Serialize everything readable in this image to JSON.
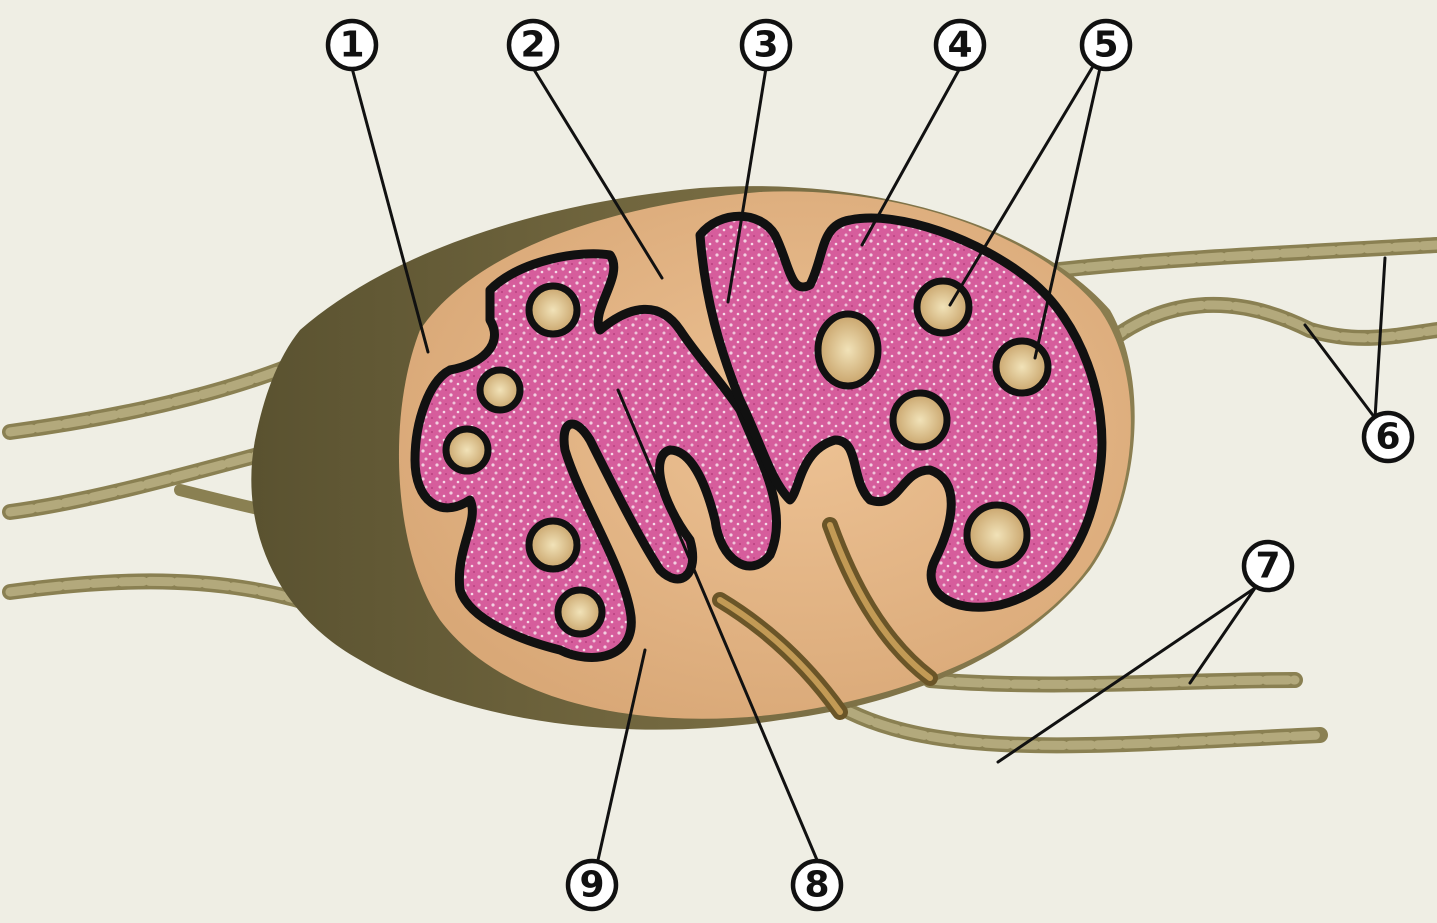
{
  "diagram": {
    "callouts": [
      {
        "id": "1",
        "label": "1"
      },
      {
        "id": "2",
        "label": "2"
      },
      {
        "id": "3",
        "label": "3"
      },
      {
        "id": "4",
        "label": "4"
      },
      {
        "id": "5",
        "label": "5"
      },
      {
        "id": "6",
        "label": "6"
      },
      {
        "id": "7",
        "label": "7"
      },
      {
        "id": "8",
        "label": "8"
      },
      {
        "id": "9",
        "label": "9"
      }
    ],
    "colors": {
      "background": "#efeee4",
      "capsule": "#6b6038",
      "cortex": "#e3b487",
      "medulla_pink": "#d75e9c",
      "sinus_outline": "#111111",
      "vessel": "#a69c6e"
    }
  }
}
